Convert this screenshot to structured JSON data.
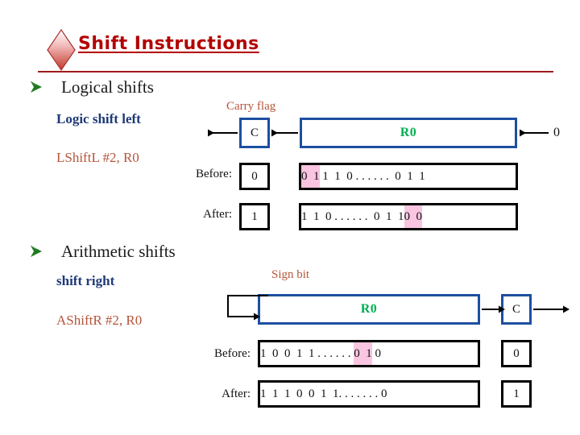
{
  "slide": {
    "title": "Shift Instructions",
    "bullets": [
      {
        "label": "Logical shifts",
        "sub_bold": "Logic shift left",
        "mnemonic": "LShiftL   #2, R0"
      },
      {
        "label": "Arithmetic shifts",
        "sub_bold": "shift right",
        "mnemonic": "AShiftR   #2, R0"
      }
    ]
  },
  "diagram_lsl": {
    "flag_caption": "Carry flag",
    "carry_box_label": "C",
    "register_label": "R0",
    "input_value": "0",
    "rows": [
      {
        "label": "Before:",
        "carry": "0",
        "segments": [
          {
            "text": "0  1",
            "highlight": true
          },
          {
            "text": " 1  1  0 . . . . . .  0  1  1",
            "highlight": false
          }
        ]
      },
      {
        "label": "After:",
        "carry": "1",
        "segments": [
          {
            "text": "1  1  0 . . . . . .  0  1  1",
            "highlight": false
          },
          {
            "text": "0  0",
            "highlight": true
          }
        ]
      }
    ]
  },
  "diagram_asr": {
    "flag_caption": "Sign bit",
    "carry_box_label": "C",
    "register_label": "R0",
    "rows": [
      {
        "label": "Before:",
        "carry": "0",
        "segments": [
          {
            "text": "1  0  0  1  1 . . . . . . ",
            "highlight": false
          },
          {
            "text": "0  1",
            "highlight": true
          },
          {
            "text": " 0",
            "highlight": false
          }
        ]
      },
      {
        "label": "After:",
        "carry": "1",
        "segments": [
          {
            "text": "1  1  1  0  0  1  1. . . . . . . 0",
            "highlight": false
          }
        ]
      }
    ]
  },
  "colors": {
    "title_red": "#b40000",
    "rule_red": "#9e1b1b",
    "register_blue": "#1d4fa0",
    "register_green": "#00b050",
    "mnemonic_brown": "#b5553a",
    "subhead_navy": "#1f3a78",
    "highlight_pink": "#f9c5e0",
    "bullet_green": "#1f7a1f"
  }
}
